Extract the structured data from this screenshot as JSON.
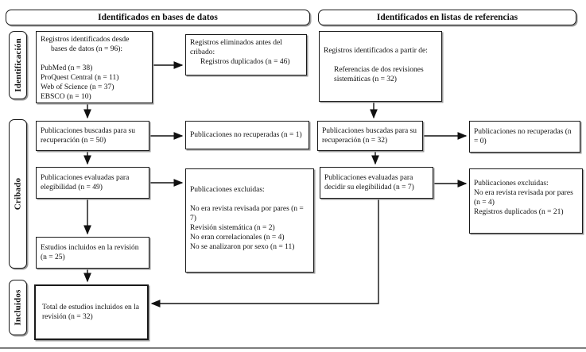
{
  "headers": {
    "databases": "Identificados en bases de datos",
    "references": "Identificados en listas de referencias"
  },
  "stage_labels": {
    "identification": "Identificación",
    "screening": "Cribado",
    "included": "Incluidos"
  },
  "database_column": {
    "identified_line1": "Registros identificados desde",
    "identified_line2": "bases de datos (n = 96):",
    "identified_sources": [
      "PubMed (n = 38)",
      "ProQuest Central (n = 11)",
      "Web of Science (n = 37)",
      "EBSCO (n = 10)"
    ],
    "removed_line1": "Registros eliminados antes del",
    "removed_line2": "cribado:",
    "removed_detail": "Registros duplicados (n = 46)",
    "sought": "Publicaciones buscadas para su recuperación (n = 50)",
    "not_retrieved": "Publicaciones no recuperadas (n = 1)",
    "assessed": "Publicaciones evaluadas para elegibilidad (n = 49)",
    "excluded_title": "Publicaciones excluidas:",
    "excluded_reasons": [
      "No era revista revisada por pares (n = 7)",
      "Revisión sistemática (n = 2)",
      "No eran correlacionales (n = 4)",
      "No se analizaron por sexo (n = 11)"
    ],
    "included_in_review": "Estudios incluidos en la revisión (n = 25)",
    "total_included": "Total de estudios incluidos en la revisión (n = 32)"
  },
  "references_column": {
    "identified_title": "Registros identificados a partir de:",
    "identified_detail_line1": "Referencias de dos revisiones",
    "identified_detail_line2": "sistemáticas (n = 32)",
    "sought": "Publicaciones buscadas para su recuperación (n = 32)",
    "not_retrieved": "Publicaciones no recuperadas (n = 0)",
    "assessed": "Publicaciones evaluadas para decidir su elegibilidad (n = 7)",
    "excluded_title": "Publicaciones excluidas:",
    "excluded_reasons": [
      "No era revista revisada por pares (n = 4)",
      "Registros duplicados (n = 21)"
    ]
  }
}
